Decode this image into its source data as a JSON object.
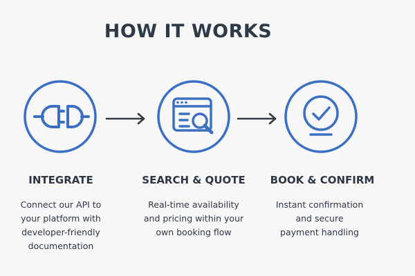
{
  "title": "HOW IT WORKS",
  "colors": {
    "accent": "#3a6fc2",
    "text": "#2d3744",
    "arrow": "#333a44",
    "background": "#f7f7f8"
  },
  "steps": [
    {
      "icon": "plug-connector-icon",
      "heading": "INTEGRATE",
      "description_lines": [
        "Connect our API to",
        "your platform with",
        "developer-friendly",
        "documentation"
      ]
    },
    {
      "icon": "browser-search-icon",
      "heading": "SEARCH & QUOTE",
      "description_lines": [
        "Real-time availability",
        "and pricing within your",
        "own booking flow"
      ]
    },
    {
      "icon": "checkmark-badge-icon",
      "heading": "BOOK & CONFIRM",
      "description_lines": [
        "Instant confirmation",
        "and secure",
        "payment handling"
      ]
    }
  ]
}
